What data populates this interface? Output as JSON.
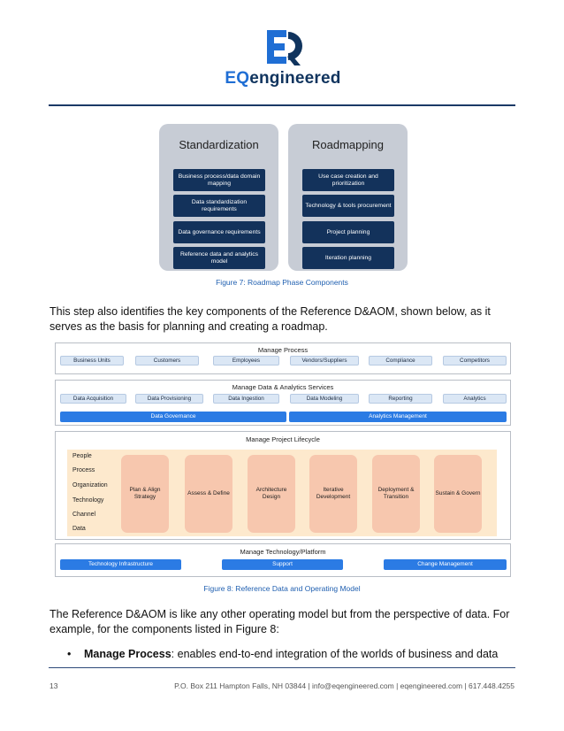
{
  "logo": {
    "text_eq": "EQ",
    "text_rest": "engineered",
    "mark_color": "#1f6ed4",
    "accent_color": "#10345e"
  },
  "figure7": {
    "phases": [
      {
        "title": "Standardization",
        "items": [
          "Business process/data domain mapping",
          "Data standardization requirements",
          "Data governance requirements",
          "Reference data and analytics model"
        ]
      },
      {
        "title": "Roadmapping",
        "items": [
          "Use case creation and prioritization",
          "Technology & tools procurement",
          "Project planning",
          "Iteration planning"
        ]
      }
    ],
    "caption": "Figure 7: Roadmap Phase Components"
  },
  "paragraph1": "This step also identifies the key components of the Reference D&AOM, shown below, as it serves as the basis for planning and creating a roadmap.",
  "figure8": {
    "manage_process": {
      "title": "Manage Process",
      "items": [
        "Business Units",
        "Customers",
        "Employees",
        "Vendors/Suppliers",
        "Compliance",
        "Competitors"
      ]
    },
    "manage_data": {
      "title": "Manage Data & Analytics Services",
      "items": [
        "Data Acquisition",
        "Data Provisioning",
        "Data Ingestion",
        "Data Modeling",
        "Reporting",
        "Analytics"
      ],
      "bars": [
        "Data Governance",
        "Analytics Management"
      ]
    },
    "manage_project": {
      "title": "Manage Project Lifecycle",
      "labels": [
        "People",
        "Process",
        "Organization",
        "Technology",
        "Channel",
        "Data"
      ],
      "stages": [
        "Plan & Align Strategy",
        "Assess & Define",
        "Architecture Design",
        "Iterative Development",
        "Deployment & Transition",
        "Sustain & Govern"
      ]
    },
    "manage_tech": {
      "title": "Manage Technology/Platform",
      "items": [
        "Technology Infrastructure",
        "Support",
        "Change Management"
      ]
    },
    "caption": "Figure 8: Reference Data and Operating Model"
  },
  "paragraph2": "The Reference D&AOM is like any other operating model but from the perspective of data. For example, for the components listed in Figure 8:",
  "bullet": {
    "marker": "•",
    "bold": "Manage Process",
    "text": ": enables end-to-end integration of the worlds of business and data"
  },
  "footer": {
    "page_number": "13",
    "address": "P.O. Box 211 Hampton Falls, NH 03844  |  info@eqengineered.com  |  eqengineered.com  |  617.448.4255"
  },
  "colors": {
    "navy": "#13325b",
    "blue": "#2b7be4",
    "caption_blue": "#1f5fb0",
    "peach": "#f7c7ae",
    "phase_gray": "#c7ccd5"
  }
}
